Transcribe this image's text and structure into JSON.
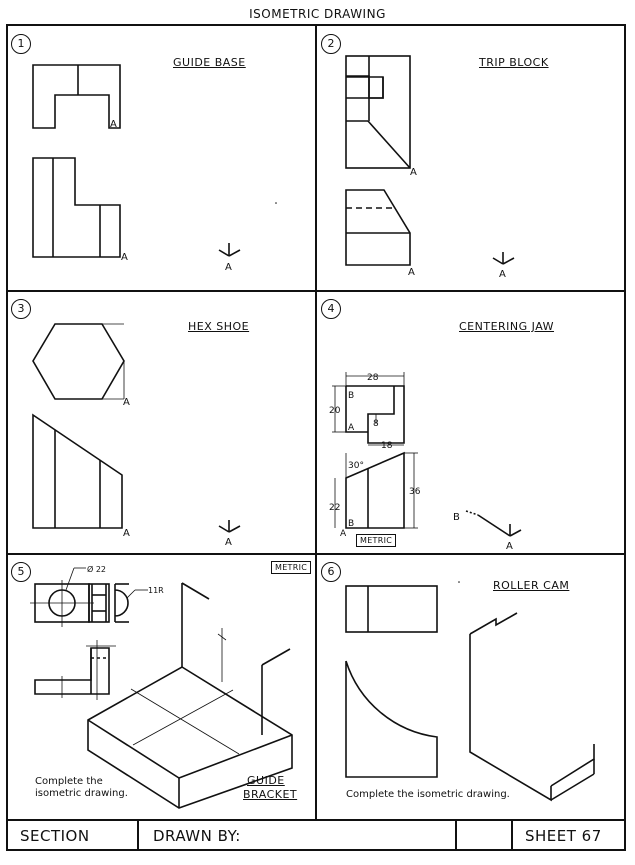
{
  "sheet_title": "ISOMETRIC DRAWING",
  "panels": [
    {
      "number": "1",
      "title": "GUIDE BASE",
      "labels": [
        "A",
        "A",
        "A"
      ]
    },
    {
      "number": "2",
      "title": "TRIP BLOCK",
      "labels": [
        "A",
        "A",
        "A"
      ]
    },
    {
      "number": "3",
      "title": "HEX SHOE",
      "labels": [
        "A",
        "A",
        "A"
      ]
    },
    {
      "number": "4",
      "title": "CENTERING JAW",
      "dims": {
        "d28": "28",
        "d20": "20",
        "d8": "8",
        "d18": "18",
        "d30": "30°",
        "d22": "22",
        "d36": "36"
      },
      "labels": {
        "b_top": "B",
        "a_top": "A",
        "b_bot": "B",
        "a_bot": "A",
        "b_arrow": "B",
        "a_arrow": "A"
      },
      "metric": "METRIC"
    },
    {
      "number": "5",
      "title_line1": "GUIDE",
      "title_line2": "BRACKET",
      "metric": "METRIC",
      "dia": "Ø 22",
      "radius": "11R",
      "instruction_line1": "Complete the",
      "instruction_line2": "isometric drawing."
    },
    {
      "number": "6",
      "title": "ROLLER CAM",
      "instruction": "Complete the isometric drawing."
    }
  ],
  "title_block": {
    "section": "SECTION",
    "drawn_by": "DRAWN BY:",
    "sheet": "SHEET 67"
  }
}
